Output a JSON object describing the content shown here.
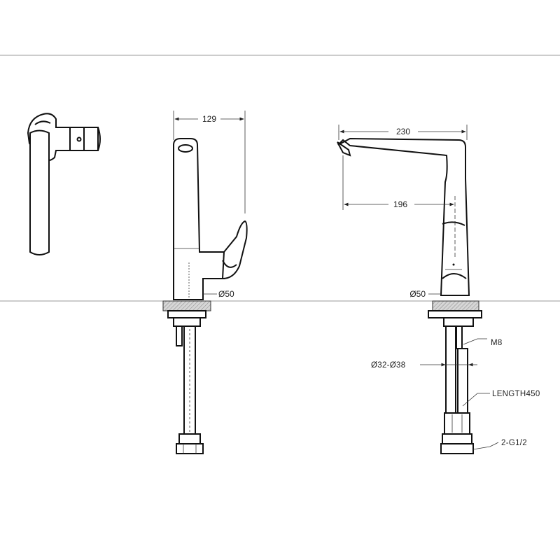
{
  "side_view": {
    "dim_width": "129",
    "dim_base": "Ø50"
  },
  "front_view": {
    "dim_reach": "230",
    "dim_spout": "196",
    "dim_base": "Ø50",
    "dim_bolt": "M8",
    "dim_hole": "Ø32-Ø38",
    "dim_hose": "LENGTH450",
    "dim_thread": "2-G1/2"
  }
}
